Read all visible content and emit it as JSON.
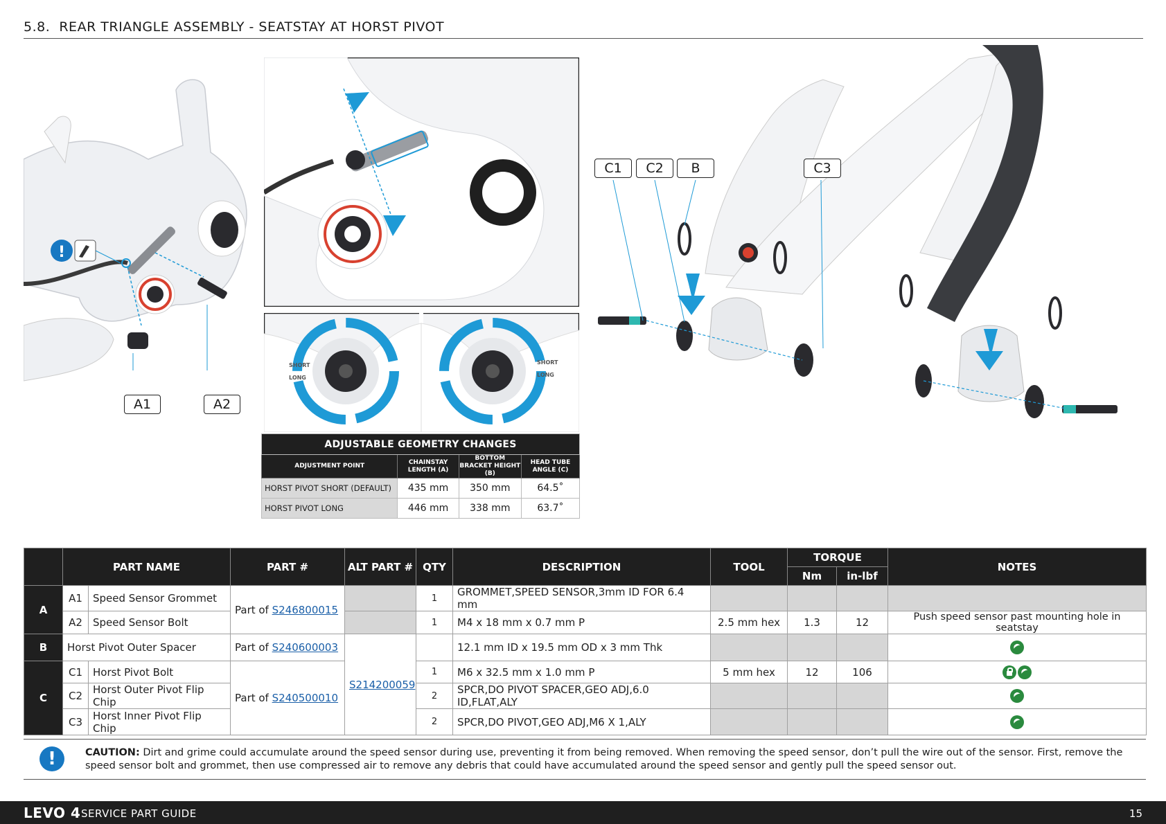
{
  "section": {
    "number": "5.8.",
    "title": "REAR TRIANGLE ASSEMBLY - SEATSTAY AT HORST PIVOT"
  },
  "callouts": {
    "a1": "A1",
    "a2": "A2",
    "c1": "C1",
    "c2": "C2",
    "b": "B",
    "c3": "C3"
  },
  "adjust_labels": {
    "short": "SHORT",
    "long": "LONG"
  },
  "geometry": {
    "title": "ADJUSTABLE GEOMETRY CHANGES",
    "headers": [
      "ADJUSTMENT POINT",
      "CHAINSTAY LENGTH (A)",
      "BOTTOM BRACKET HEIGHT (B)",
      "HEAD TUBE ANGLE (C)"
    ],
    "rows": [
      [
        "HORST PIVOT SHORT (DEFAULT)",
        "435 mm",
        "350 mm",
        "64.5˚"
      ],
      [
        "HORST PIVOT LONG",
        "446 mm",
        "338 mm",
        "63.7˚"
      ]
    ]
  },
  "parts": {
    "headers": {
      "part_name": "PART NAME",
      "part_no": "PART #",
      "alt_part_no": "ALT PART #",
      "qty": "QTY",
      "description": "DESCRIPTION",
      "tool": "TOOL",
      "torque": "TORQUE",
      "nm": "Nm",
      "inlbf": "in-lbf",
      "notes": "NOTES"
    },
    "groups": {
      "a": "A",
      "b": "B",
      "c": "C"
    },
    "a1": {
      "sub": "A1",
      "name": "Speed Sensor Grommet",
      "qty": "1",
      "desc": "GROMMET,SPEED SENSOR,3mm ID FOR 6.4 mm"
    },
    "a2": {
      "sub": "A2",
      "name": "Speed Sensor Bolt",
      "qty": "1",
      "desc": "M4 x 18 mm x 0.7 mm P",
      "tool": "2.5 mm hex",
      "nm": "1.3",
      "inlbf": "12",
      "note": "Push speed sensor past mounting hole in seatstay"
    },
    "a_part": {
      "prefix": "Part of ",
      "link": "S246800015"
    },
    "b": {
      "name": "Horst Pivot Outer Spacer",
      "desc": "12.1 mm ID x 19.5 mm OD x 3 mm Thk",
      "part_prefix": "Part of ",
      "part_link": "S240600003"
    },
    "c1": {
      "sub": "C1",
      "name": "Horst Pivot Bolt",
      "qty": "1",
      "desc": "M6 x 32.5 mm x 1.0 mm P",
      "tool": "5 mm hex",
      "nm": "12",
      "inlbf": "106"
    },
    "c2": {
      "sub": "C2",
      "name": "Horst Outer Pivot Flip Chip",
      "qty": "2",
      "desc": "SPCR,DO PIVOT SPACER,GEO ADJ,6.0 ID,FLAT,ALY"
    },
    "c3": {
      "sub": "C3",
      "name": "Horst Inner Pivot Flip Chip",
      "qty": "2",
      "desc": "SPCR,DO PIVOT,GEO ADJ,M6 X 1,ALY"
    },
    "c_part": {
      "prefix": "Part of ",
      "link": "S240500010"
    },
    "alt_link": "S214200059"
  },
  "caution": {
    "label": "CAUTION:",
    "text": "Dirt and grime could accumulate around the speed sensor during use, preventing it from being removed. When removing the speed sensor, don’t pull the wire out of the sensor. First, remove the speed sensor bolt and grommet, then use compressed air to remove any debris that could have accumulated around the speed sensor and gently pull the speed sensor out."
  },
  "footer": {
    "model": "LEVO 4",
    "guide": "SERVICE PART GUIDE",
    "page": "15"
  },
  "colors": {
    "accent_blue": "#1e9ad6",
    "dark": "#1f1f1f",
    "gray_cell": "#d6d6d6",
    "note_green": "#2a8a3e"
  },
  "icons": [
    "warning-icon",
    "torque-wrench-icon",
    "rotate-arrow-icon",
    "tool-icon",
    "lock-tool-icon"
  ]
}
